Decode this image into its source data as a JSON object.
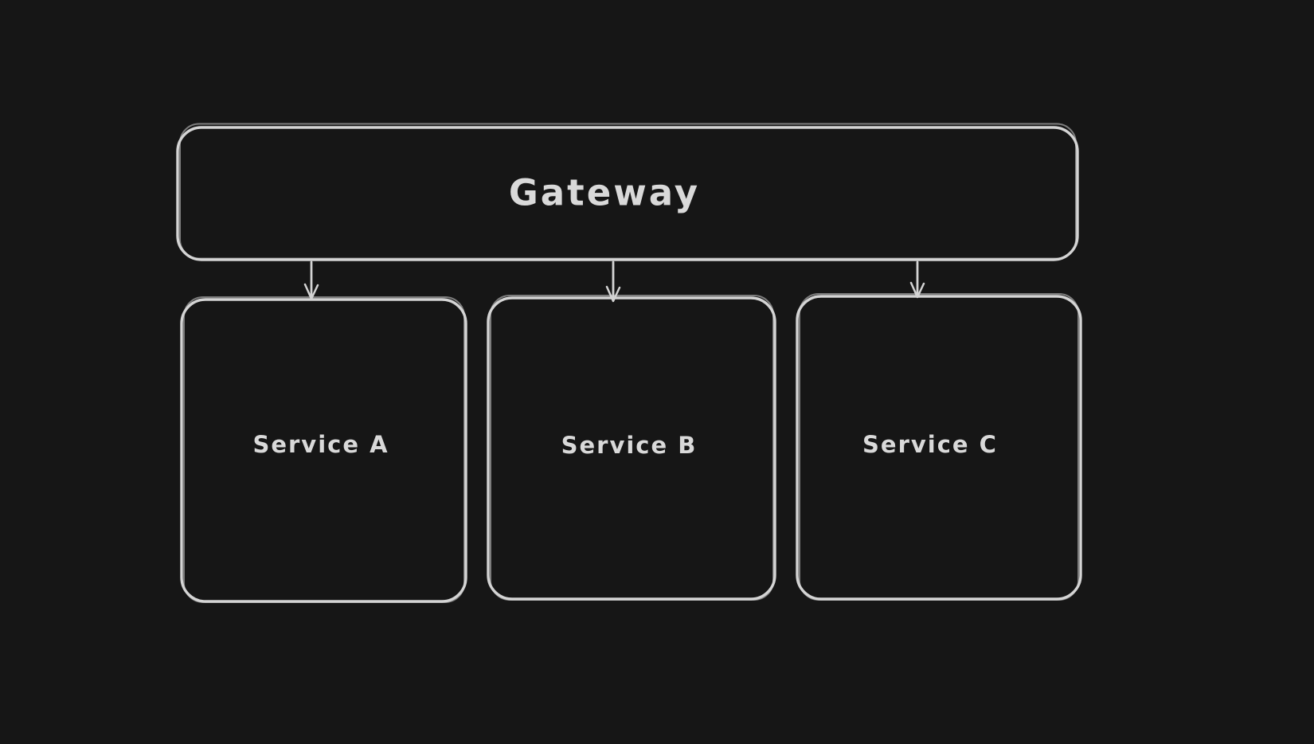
{
  "colors": {
    "background": "#161616",
    "stroke": "#d4d4d4",
    "text": "#d9d9d9"
  },
  "nodes": [
    {
      "id": "gateway",
      "label": "Gateway"
    },
    {
      "id": "service-a",
      "label": "Service A"
    },
    {
      "id": "service-b",
      "label": "Service B"
    },
    {
      "id": "service-c",
      "label": "Service C"
    }
  ],
  "edges": [
    {
      "from": "gateway",
      "to": "service-a"
    },
    {
      "from": "gateway",
      "to": "service-b"
    },
    {
      "from": "gateway",
      "to": "service-c"
    }
  ]
}
